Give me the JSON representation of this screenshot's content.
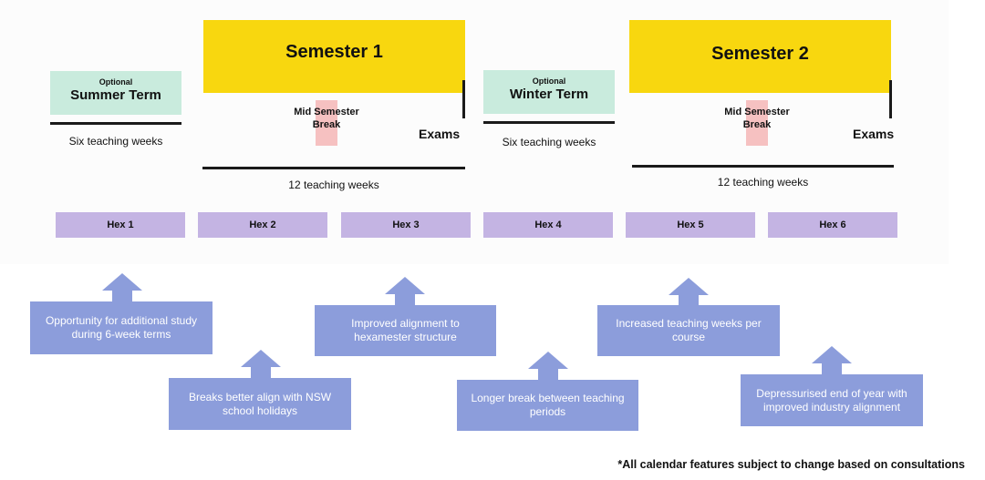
{
  "terms": {
    "summer": {
      "optional_label": "Optional",
      "name": "Summer Term",
      "weeks_label": "Six teaching weeks"
    },
    "winter": {
      "optional_label": "Optional",
      "name": "Winter Term",
      "weeks_label": "Six teaching weeks"
    }
  },
  "semesters": [
    {
      "name": "Semester 1",
      "break_label": "Mid Semester Break",
      "exams_label": "Exams",
      "weeks_label": "12 teaching weeks"
    },
    {
      "name": "Semester 2",
      "break_label": "Mid Semester Break",
      "exams_label": "Exams",
      "weeks_label": "12 teaching weeks"
    }
  ],
  "hexes": [
    "Hex 1",
    "Hex 2",
    "Hex 3",
    "Hex 4",
    "Hex 5",
    "Hex 6"
  ],
  "callouts": [
    "Opportunity for additional study during 6-week terms",
    "Breaks better align with NSW school holidays",
    "Improved alignment to hexamester structure",
    "Longer break between teaching periods",
    "Increased teaching weeks per course",
    "Depressurised end of year with improved industry alignment"
  ],
  "colors": {
    "semester": "#f8d70f",
    "optional_term": "#c9ebdd",
    "hex": "#c4b4e3",
    "callout": "#8c9ddb",
    "mid_break": "#f6c1c1"
  },
  "footnote": "*All calendar features subject to change based on consultations"
}
